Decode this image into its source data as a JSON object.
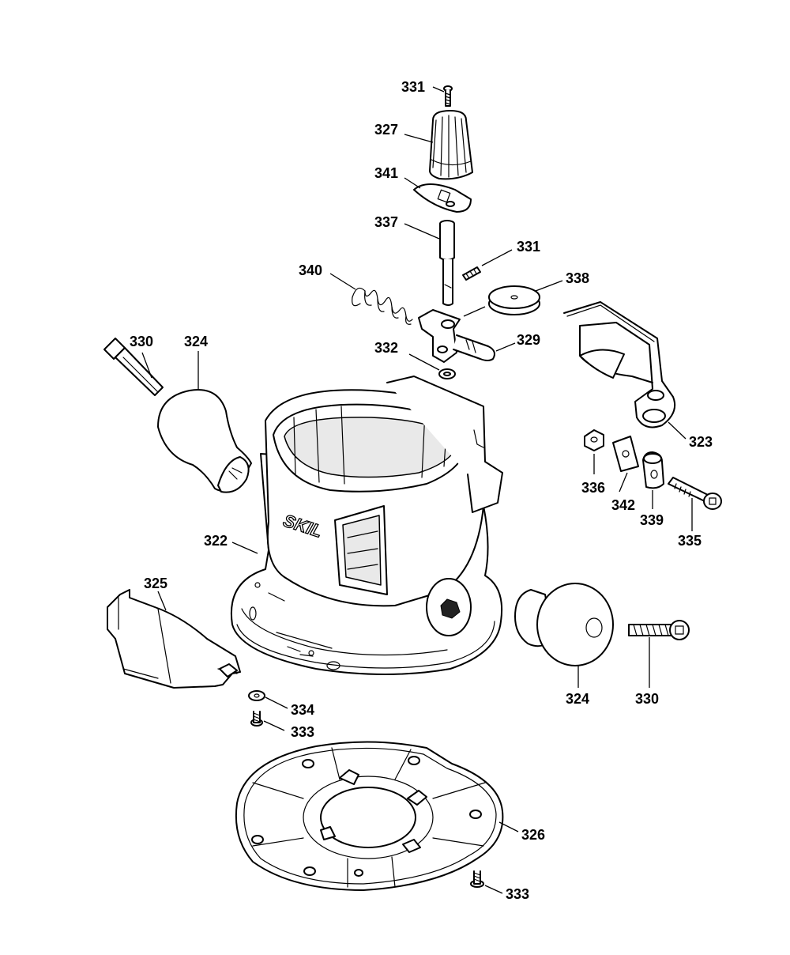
{
  "brand_logo": "SKIL",
  "labels": {
    "l331_top": "331",
    "l327": "327",
    "l341": "341",
    "l337": "337",
    "l331_mid": "331",
    "l338": "338",
    "l340": "340",
    "l332": "332",
    "l329": "329",
    "l330_left": "330",
    "l324_left": "324",
    "l323": "323",
    "l336": "336",
    "l342": "342",
    "l339": "339",
    "l335": "335",
    "l322": "322",
    "l325": "325",
    "l324_right": "324",
    "l330_right": "330",
    "l334": "334",
    "l333_top": "333",
    "l326": "326",
    "l333_bottom": "333"
  }
}
